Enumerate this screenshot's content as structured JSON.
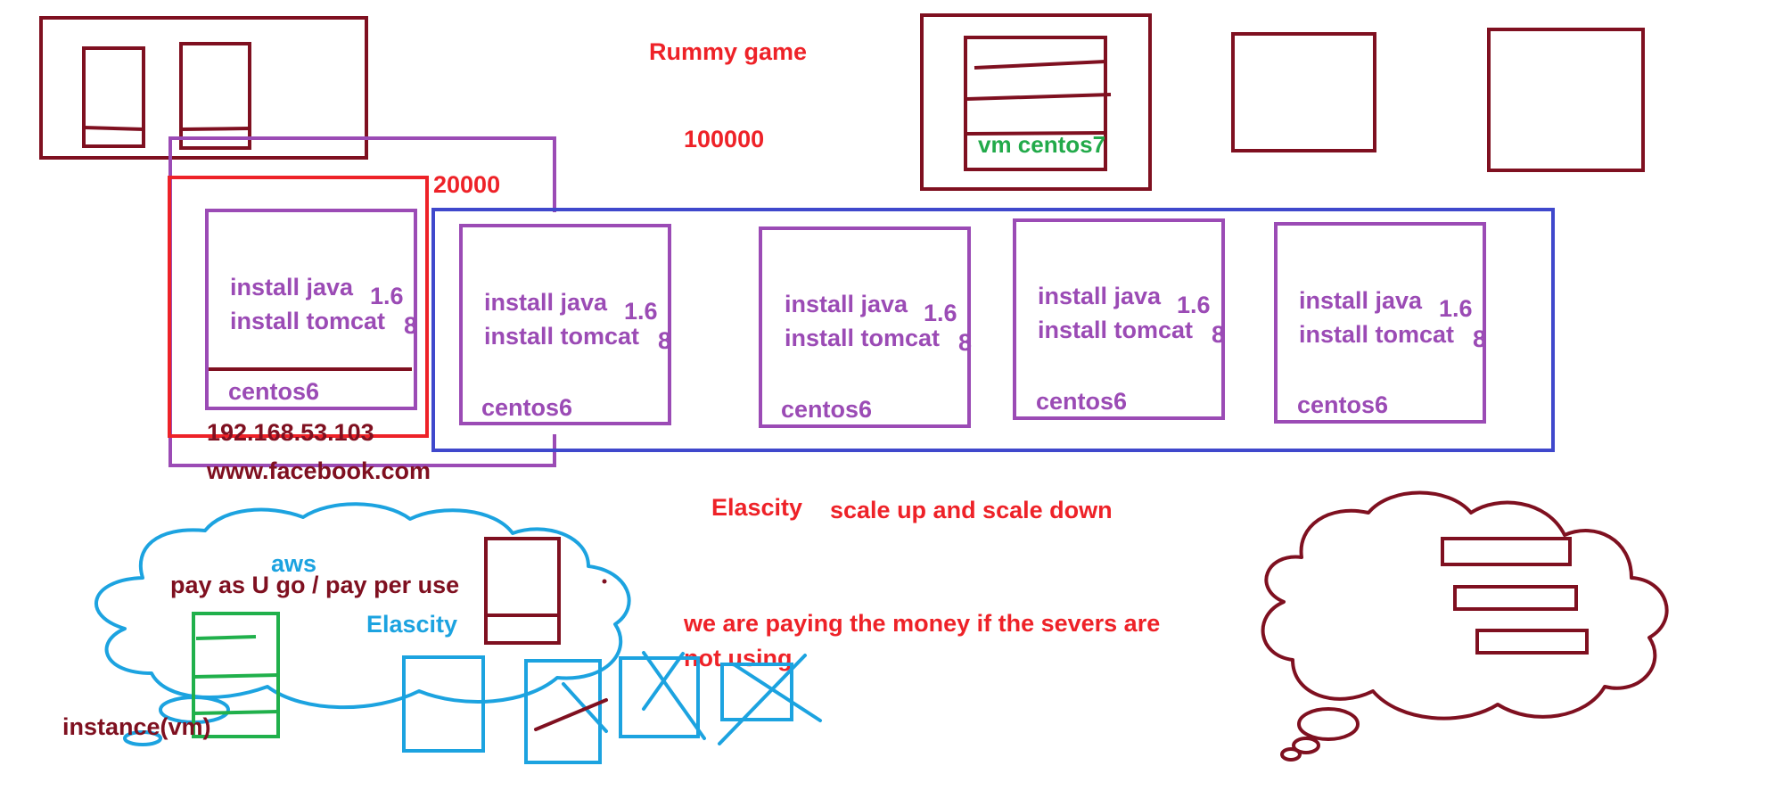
{
  "colors": {
    "maroon": "#7f1020",
    "red": "#ee2228",
    "purple": "#9b4bb5",
    "blue": "#3f48cc",
    "sky": "#1ca3e0",
    "green": "#20b04b",
    "green_text": "#22aa4a"
  },
  "labels": {
    "rummy_game": "Rummy game",
    "users_total": "100000",
    "users_single": "20000",
    "vm_centos7": "vm centos7",
    "ip_address": "192.168.53.103",
    "domain": "www.facebook.com",
    "elascity_title": "Elascity",
    "scale_text": "scale up and scale down",
    "paying_line1": "we are paying the money if the severs are",
    "paying_line2": "not using",
    "aws": "aws",
    "pay_as_you_go": "pay as U go / pay per use",
    "elascity_cloud": "Elascity",
    "instance_vm": "instance(vm)"
  },
  "servers": [
    {
      "java": "install java",
      "java_version": "1.6",
      "tomcat": "install tomcat",
      "tomcat_version": "8",
      "os": "centos6"
    },
    {
      "java": "install java",
      "java_version": "1.6",
      "tomcat": "install tomcat",
      "tomcat_version": "8",
      "os": "centos6"
    },
    {
      "java": "install java",
      "java_version": "1.6",
      "tomcat": "install tomcat",
      "tomcat_version": "8",
      "os": "centos6"
    },
    {
      "java": "install java",
      "java_version": "1.6",
      "tomcat": "install tomcat",
      "tomcat_version": "8",
      "os": "centos6"
    },
    {
      "java": "install java",
      "java_version": "1.6",
      "tomcat": "install tomcat",
      "tomcat_version": "8",
      "os": "centos6"
    }
  ]
}
